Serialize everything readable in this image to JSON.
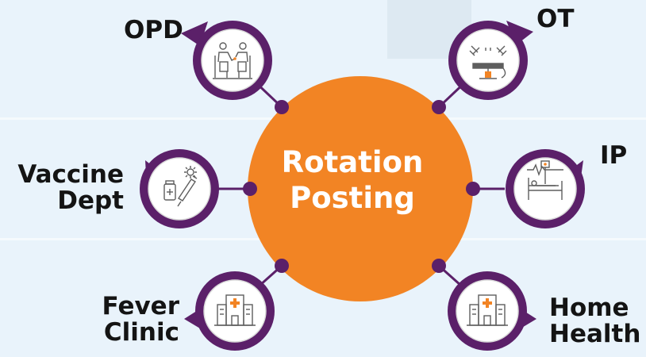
{
  "center": {
    "line1": "Rotation",
    "line2": "Posting"
  },
  "nodes": [
    {
      "id": "opd",
      "lines": [
        "OPD"
      ],
      "icon": "doctor-consultation-icon"
    },
    {
      "id": "ot",
      "lines": [
        "OT"
      ],
      "icon": "operating-theatre-icon"
    },
    {
      "id": "vaccine",
      "lines": [
        "Vaccine",
        "Dept"
      ],
      "icon": "vaccine-syringe-icon"
    },
    {
      "id": "ip",
      "lines": [
        "IP"
      ],
      "icon": "hospital-bed-icon"
    },
    {
      "id": "fever",
      "lines": [
        "Fever",
        "Clinic"
      ],
      "icon": "hospital-building-icon"
    },
    {
      "id": "home",
      "lines": [
        "Home",
        "Health"
      ],
      "icon": "hospital-building-icon"
    }
  ],
  "colors": {
    "center": "#f28424",
    "ring": "#5b2069",
    "connector": "#5b2069",
    "icon_stroke": "#5e5e5e",
    "icon_accent": "#f28424",
    "label": "#141414"
  }
}
